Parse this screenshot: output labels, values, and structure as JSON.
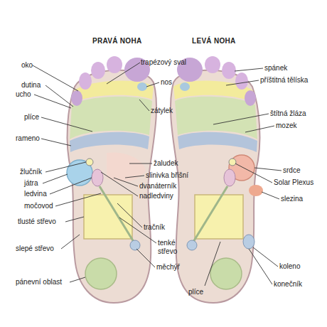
{
  "diagram": {
    "labels": [
      "PRAVÁ NOHA",
      "LEVÁ NOHA",
      "oko",
      "dutina",
      "ucho",
      "plíce",
      "rameno",
      "žlučník",
      "játra",
      "ledvina",
      "močovod",
      "tlusté střevo",
      "slepé střevo",
      "pánevní oblast",
      "trapézový sval",
      "nos",
      "zátylek",
      "žaludek",
      "slinivka břišní",
      "dvanáterník",
      "nadledviny",
      "tračník",
      "tenké střevo",
      "měchýř",
      "spánek",
      "příštitná tělíska",
      "štítná žláza",
      "mozek",
      "srdce",
      "Solar Plexus",
      "slezina",
      "koleno",
      "konečník",
      "plíce"
    ]
  }
}
